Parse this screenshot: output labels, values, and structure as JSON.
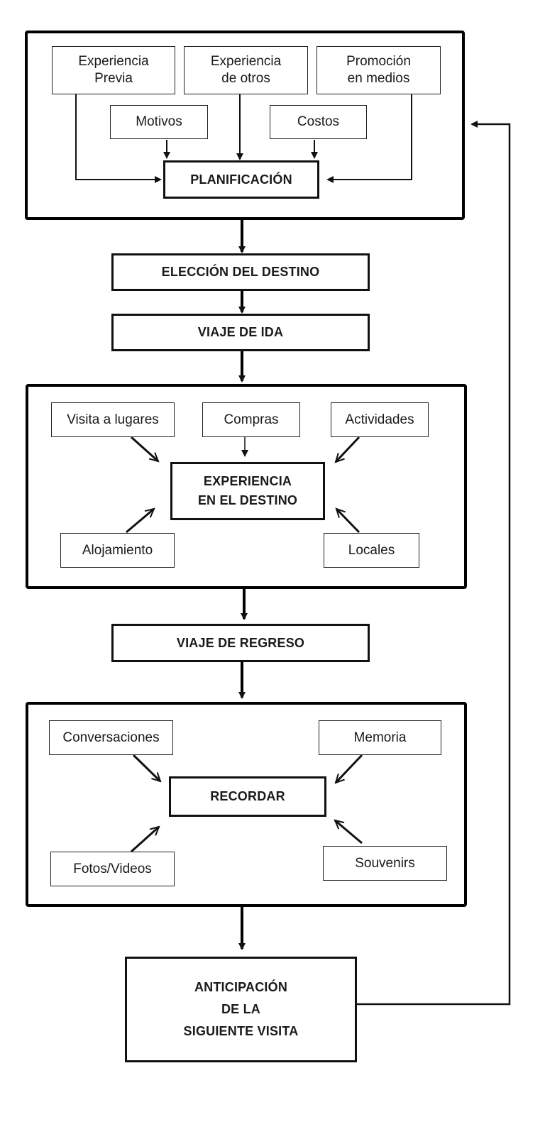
{
  "planning": {
    "experiencia_previa": "Experiencia\nPrevia",
    "experiencia_otros": "Experiencia\nde otros",
    "promocion": "Promoción\nen medios",
    "motivos": "Motivos",
    "costos": "Costos",
    "planificacion": "PLANIFICACIÓN"
  },
  "eleccion": "ELECCIÓN DEL DESTINO",
  "viaje_ida": "VIAJE DE IDA",
  "destination": {
    "visita": "Visita a lugares",
    "compras": "Compras",
    "actividades": "Actividades",
    "experiencia": "EXPERIENCIA\nEN EL DESTINO",
    "alojamiento": "Alojamiento",
    "locales": "Locales"
  },
  "viaje_regreso": "VIAJE DE REGRESO",
  "remember": {
    "conversaciones": "Conversaciones",
    "memoria": "Memoria",
    "recordar": "RECORDAR",
    "fotos": "Fotos/Videos",
    "souvenirs": "Souvenirs"
  },
  "anticipacion": "ANTICIPACIÓN\nDE LA\nSIGUIENTE VISITA"
}
